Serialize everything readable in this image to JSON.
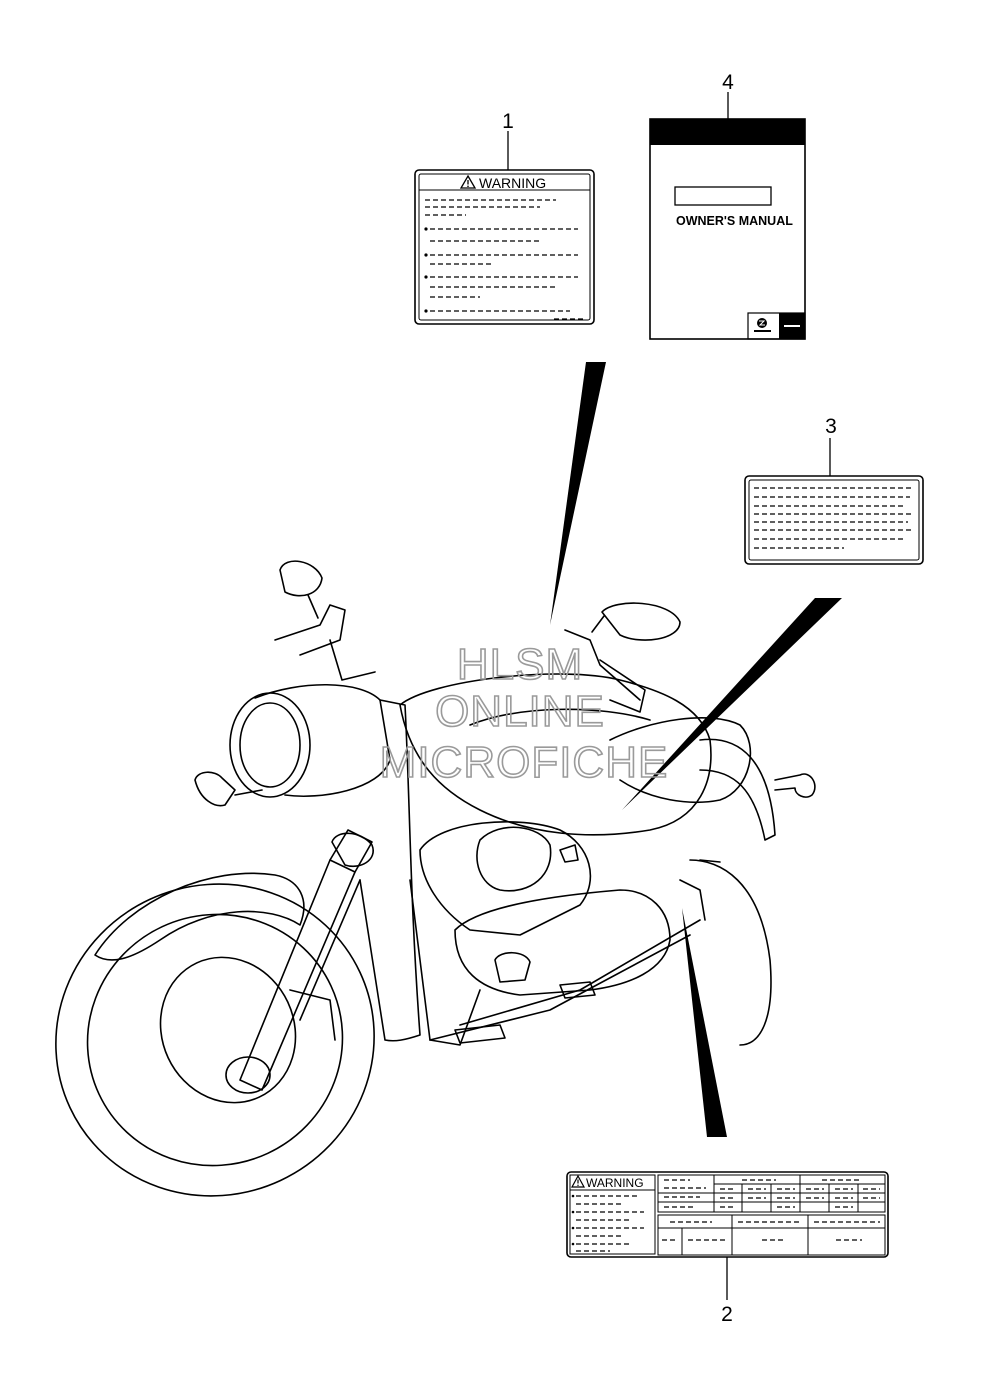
{
  "callouts": {
    "label_1": "1",
    "label_2": "2",
    "label_3": "3",
    "label_4": "4"
  },
  "parts": {
    "warning_label_top": {
      "heading": "WARNING"
    },
    "owners_manual": {
      "title": "OWNER'S MANUAL"
    },
    "warning_label_bottom": {
      "heading": "WARNING"
    }
  },
  "watermark": {
    "line1": "HLSM",
    "line2": "ONLINE",
    "line3": "MICROFICHE"
  }
}
